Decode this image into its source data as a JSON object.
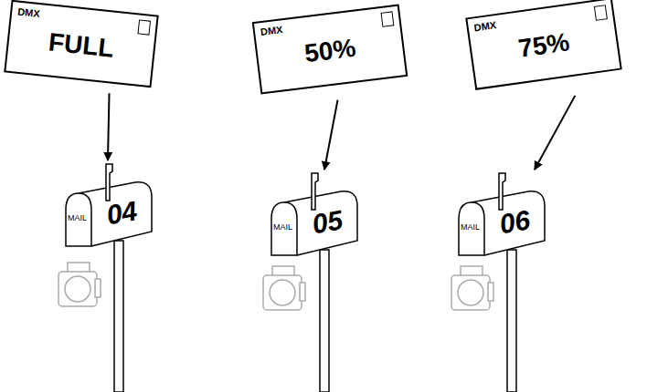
{
  "diagram": {
    "nodes": [
      {
        "text": [
          "DMX",
          "FULL"
        ]
      },
      {
        "text": [
          "DMX",
          "50%"
        ]
      },
      {
        "text": [
          "DMX",
          "75%"
        ]
      },
      {
        "text": [
          "MAIL",
          "04"
        ]
      },
      {
        "text": [
          "MAIL",
          "05"
        ]
      },
      {
        "text": [
          "MAIL",
          "06"
        ]
      }
    ],
    "edges": [
      {
        "from": 0,
        "to": 3,
        "arrow": "to"
      },
      {
        "from": 1,
        "to": 4,
        "arrow": "to"
      },
      {
        "from": 2,
        "to": 5,
        "arrow": "to"
      }
    ]
  }
}
